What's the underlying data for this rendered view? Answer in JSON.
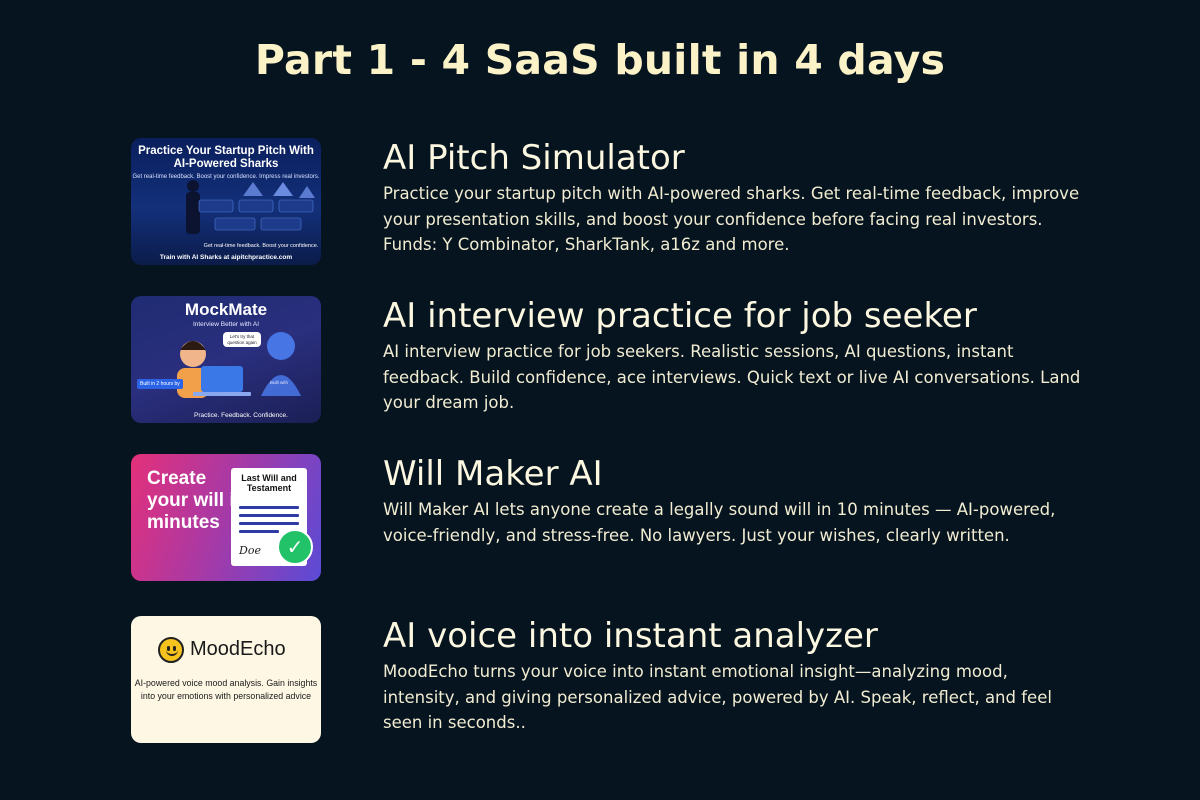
{
  "page": {
    "title": "Part 1 - 4 SaaS built in 4 days"
  },
  "items": [
    {
      "title": "AI Pitch Simulator",
      "description": "Practice your startup pitch with AI-powered sharks. Get real-time feedback, improve your presentation skills, and boost your confidence before facing real investors. Funds: Y Combinator, SharkTank, a16z and more.",
      "thumb": {
        "heading": "Practice Your Startup Pitch With AI-Powered Sharks",
        "subtext": "Get real-time feedback. Boost your confidence. Impress real investors.",
        "mid": "Get real-time feedback. Boost your confidence.",
        "footer": "Train with AI Sharks at aipitchpractice.com"
      }
    },
    {
      "title": "AI interview practice for job seeker",
      "description": "AI interview practice for job seekers. Realistic sessions, AI questions, instant feedback. Build confidence, ace interviews. Quick text or live AI conversations. Land your dream job.",
      "thumb": {
        "heading": "MockMate",
        "subtext": "Interview Better with AI",
        "bubble": "Let's try that question again",
        "badge": "Built in 2 hours by",
        "built": "Built with",
        "footer": "Practice. Feedback. Confidence."
      }
    },
    {
      "title": "Will Maker AI",
      "description": "Will Maker AI lets anyone create a legally sound will in 10 minutes — AI-powered, voice-friendly, and stress-free. No lawyers. Just your wishes, clearly written.",
      "thumb": {
        "big_text": "Create your will in minutes",
        "doc_title": "Last Will and Testament",
        "signature": "Doe"
      }
    },
    {
      "title": "AI voice into instant analyzer",
      "description": "MoodEcho turns your voice into instant emotional insight—analyzing mood, intensity, and giving personalized advice, powered by AI. Speak, reflect, and feel seen in seconds..",
      "thumb": {
        "name": "MoodEcho",
        "tagline": "AI-powered voice mood analysis. Gain insights into your emotions with personalized advice"
      }
    }
  ],
  "colors": {
    "background": "#06141f",
    "title": "#fbf2c8",
    "text": "#fbf7e0"
  }
}
